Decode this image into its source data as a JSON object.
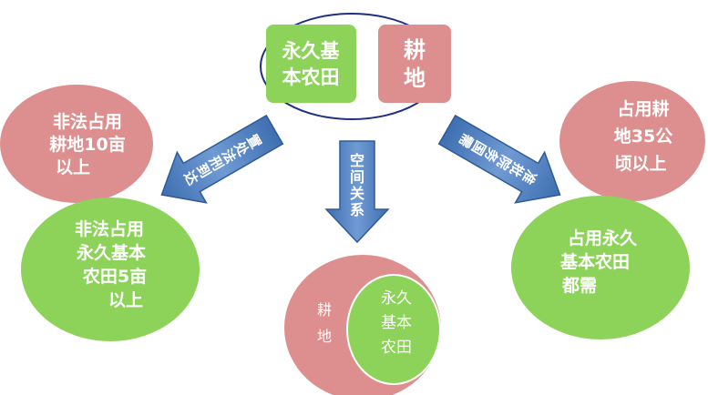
{
  "nodes": {
    "top_green": [
      "永久基",
      "本农田"
    ],
    "top_pink": [
      "耕",
      "地"
    ],
    "left_pink": [
      "非法占用",
      "耕地10亩",
      "以上"
    ],
    "left_green": [
      "非法占用",
      "永久基本",
      "农田5亩",
      "以上"
    ],
    "right_pink": [
      "占用耕",
      "地35公",
      "顷以上"
    ],
    "right_green": [
      "占用永久",
      "基本农田",
      "都需"
    ],
    "venn_outer": [
      "耕",
      "地"
    ],
    "venn_inner": [
      "永久",
      "基本",
      "农田"
    ]
  },
  "arrows": {
    "left": [
      "达",
      "到",
      "刑",
      "法",
      "处",
      "置"
    ],
    "center": [
      "空",
      "间",
      "关",
      "系"
    ],
    "right": [
      "需",
      "国",
      "务",
      "院",
      "批",
      "准"
    ]
  },
  "colors": {
    "green": "#8DD35A",
    "pink": "#DD8E8E",
    "blue": "#4F81BD",
    "outline": "#1F2F86"
  }
}
